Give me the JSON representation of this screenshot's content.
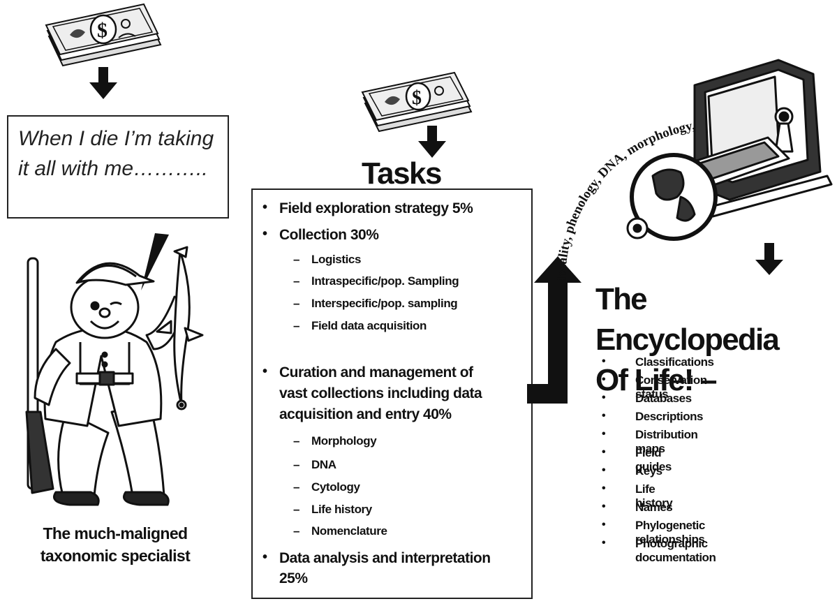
{
  "speech": "When I die I’m taking it all with me………..",
  "specialist_caption_line1": "The much-maligned",
  "specialist_caption_line2": "taxonomic specialist",
  "tasks": {
    "title": "Tasks",
    "items": [
      {
        "text": "Field exploration strategy 5%"
      },
      {
        "text": "Collection 30%",
        "subitems": [
          "Logistics",
          "Intraspecific/pop. Sampling",
          "Interspecific/pop.  sampling",
          "Field data acquisition"
        ]
      },
      {
        "text_lines": [
          "Curation and management of",
          "vast collections including data",
          "acquisition and entry  40%"
        ],
        "subitems": [
          "Morphology",
          "DNA",
          "Cytology",
          "Life history",
          "Nomenclature"
        ]
      },
      {
        "text_lines": [
          "Data analysis and interpretation",
          "25%"
        ]
      }
    ]
  },
  "arc_text": "locality, phenology, DNA, morphology, etc.",
  "encyclopedia": {
    "title_line1": "The Encyclopedia",
    "title_line2": "Of Life! –",
    "items": [
      "Classifications",
      "Conservation status",
      "Databases",
      "Descriptions",
      "Distribution maps",
      "Field guides",
      "Keys",
      "Life history",
      "Names",
      "Phylogenetic relationships",
      "Photographic documentation"
    ]
  },
  "icons": [
    "money-stack-icon",
    "down-arrow-icon",
    "hunter-figure",
    "computer-icon",
    "globe-icon",
    "magnifier-icon",
    "keyhole-icon"
  ]
}
